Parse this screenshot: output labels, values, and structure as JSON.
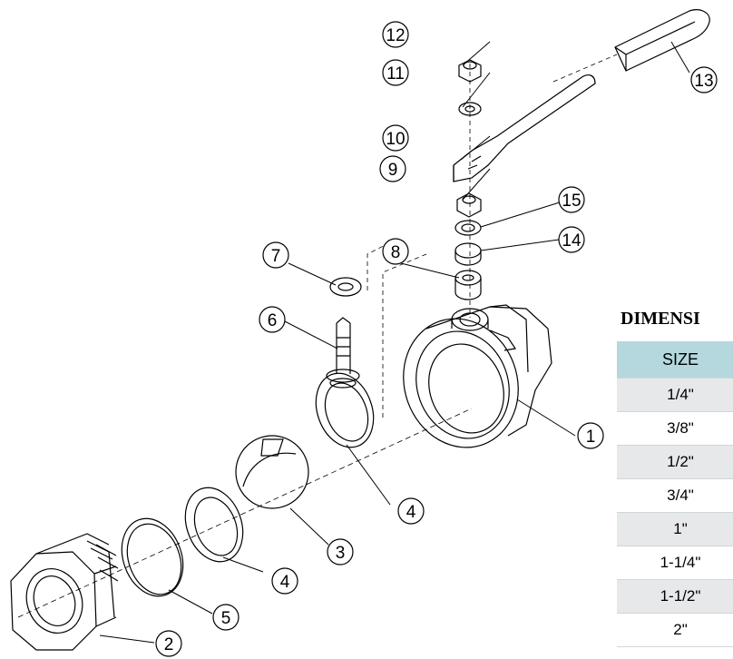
{
  "callouts": [
    "1",
    "2",
    "3",
    "4",
    "4",
    "5",
    "6",
    "7",
    "8",
    "9",
    "10",
    "11",
    "12",
    "13",
    "14",
    "15"
  ],
  "table": {
    "title": "DIMENSI",
    "header": "SIZE",
    "sizes": [
      "1/4\"",
      "3/8\"",
      "1/2\"",
      "3/4\"",
      "1\"",
      "1-1/4\"",
      "1-1/2\"",
      "2\""
    ]
  },
  "colors": {
    "header_bg": "#b5d8de",
    "shaded_row": "#e6e8ea",
    "line": "#000000"
  }
}
